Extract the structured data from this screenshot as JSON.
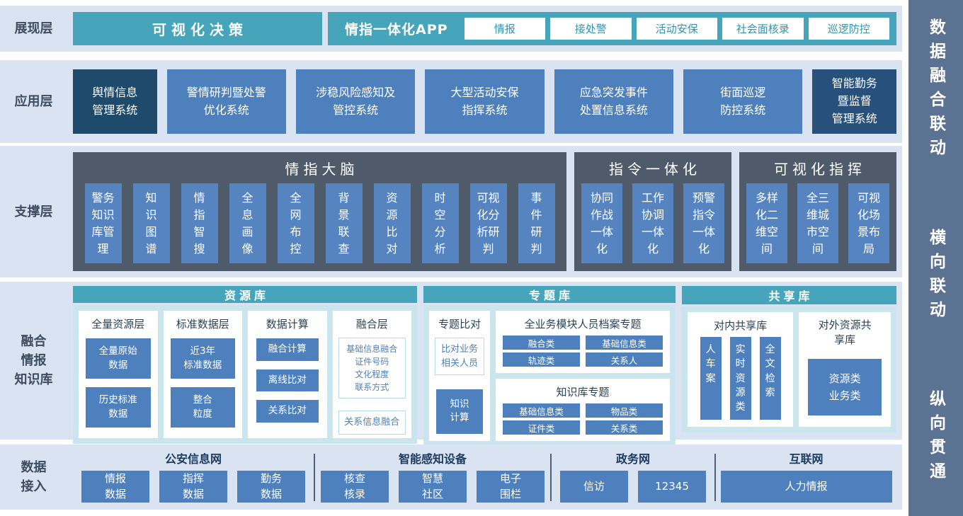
{
  "colors": {
    "row_bg": "#d9e3f1",
    "teal": "#46a5ba",
    "teal_light": "#cbe5ee",
    "blue": "#4e80bd",
    "navy_dark": "#1e4a6c",
    "navy": "#27507c",
    "slate": "#4f5b6b",
    "sidebar": "#5c7292"
  },
  "sidebar": {
    "labels": [
      "数据融合联动",
      "横向联动",
      "纵向贯通"
    ]
  },
  "presentation": {
    "layer_label": "展现层",
    "viz": "可视化决策",
    "app_title": "情指一体化APP",
    "app_buttons": [
      "情报",
      "接处警",
      "活动安保",
      "社会面核录",
      "巡逻防控"
    ]
  },
  "application": {
    "layer_label": "应用层",
    "systems": [
      {
        "label": "舆情信息\n管理系统"
      },
      {
        "label": "警情研判暨处警\n优化系统"
      },
      {
        "label": "涉稳风险感知及\n管控系统"
      },
      {
        "label": "大型活动安保\n指挥系统"
      },
      {
        "label": "应急突发事件\n处置信息系统"
      },
      {
        "label": "街面巡逻\n防控系统"
      },
      {
        "label": "智能勤务\n暨监督\n管理系统"
      }
    ]
  },
  "support": {
    "layer_label": "支撑层",
    "groups": [
      {
        "title": "情指大脑",
        "items": [
          "警务\n知识\n库管\n理",
          "知\n识\n图\n谱",
          "情\n指\n智\n搜",
          "全\n息\n画\n像",
          "全\n网\n布\n控",
          "背\n景\n联\n查",
          "资\n源\n比\n对",
          "时\n空\n分\n析",
          "可视\n化分\n析研\n判",
          "事\n件\n研\n判"
        ]
      },
      {
        "title": "指令一体化",
        "items": [
          "协同\n作战\n一体\n化",
          "工作\n协调\n一体\n化",
          "预警\n指令\n一体\n化"
        ]
      },
      {
        "title": "可视化指挥",
        "items": [
          "多样\n化二\n维空\n间",
          "全三\n维城\n市空\n间",
          "可视\n化场\n景布\n局"
        ]
      }
    ]
  },
  "knowledge": {
    "layer_label": "融合\n情报\n知识库",
    "resource": {
      "title": "资源库",
      "columns": [
        {
          "header": "全量资源层",
          "boxes": [
            {
              "text": "全量原始\n数据"
            },
            {
              "text": "历史标准\n数据"
            }
          ]
        },
        {
          "header": "标准数据层",
          "boxes": [
            {
              "text": "近3年\n标准数据"
            },
            {
              "text": "整合\n粒度"
            }
          ]
        },
        {
          "header": "数据计算",
          "boxes": [
            {
              "text": "融合计算"
            },
            {
              "text": "离线比对"
            },
            {
              "text": "关系比对"
            }
          ]
        },
        {
          "header": "融合层",
          "boxes": [
            {
              "text": "基础信息融合\n证件号码\n文化程度\n联系方式"
            },
            {
              "text": "关系信息融合"
            }
          ]
        }
      ]
    },
    "topic": {
      "title": "专题库",
      "compare": {
        "header": "专题比对",
        "box1": "比对业务\n相关人员",
        "box2": "知识\n计算"
      },
      "archive": {
        "header": "全业务模块人员档案专题",
        "pills": [
          "融合类",
          "基础信息类",
          "轨迹类",
          "关系人"
        ]
      },
      "kb": {
        "header": "知识库专题",
        "pills": [
          "基础信息类",
          "物品类",
          "证件类",
          "关系类"
        ]
      }
    },
    "share": {
      "title": "共享库",
      "internal": {
        "header": "对内共享库",
        "items": [
          "人\n车\n案",
          "实\n时\n资\n源\n类",
          "全\n文\n检\n索"
        ]
      },
      "external": {
        "header": "对外资源共\n享库",
        "box": "资源类\n业务类"
      }
    }
  },
  "access": {
    "layer_label": "数据\n接入",
    "groups": [
      {
        "header": "公安信息网",
        "boxes": [
          "情报\n数据",
          "指挥\n数据",
          "勤务\n数据"
        ]
      },
      {
        "header": "智能感知设备",
        "boxes": [
          "核查\n核录",
          "智慧\n社区",
          "电子\n围栏"
        ]
      },
      {
        "header": "政务网",
        "boxes": [
          "信访",
          "12345"
        ]
      },
      {
        "header": "互联网",
        "boxes": [
          "人力情报"
        ]
      }
    ]
  }
}
